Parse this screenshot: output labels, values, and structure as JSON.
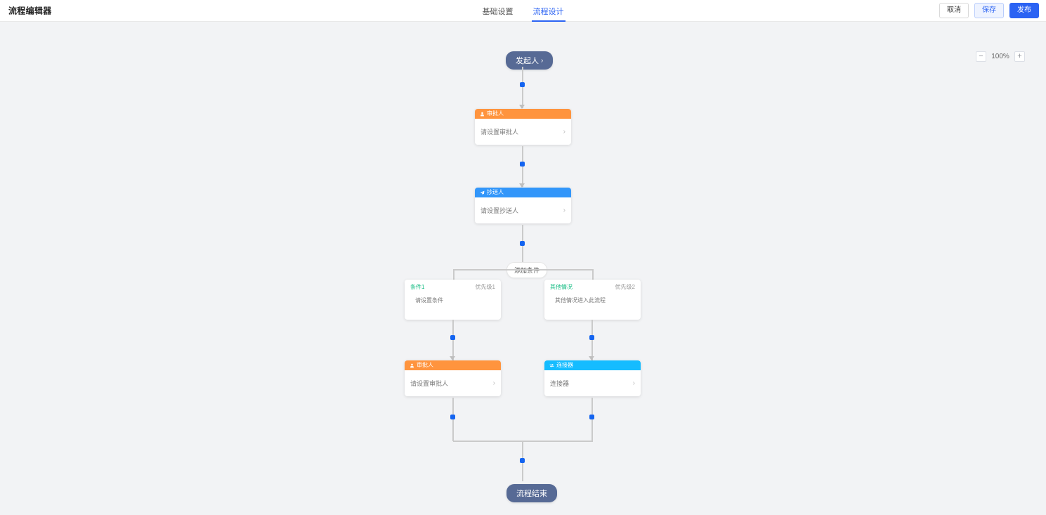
{
  "header": {
    "title": "流程编辑器",
    "tabs": [
      {
        "label": "基础设置",
        "active": false
      },
      {
        "label": "流程设计",
        "active": true
      }
    ],
    "actions": {
      "cancel": "取消",
      "save": "保存",
      "publish": "发布"
    }
  },
  "canvas": {
    "zoom": {
      "minus": "−",
      "level": "100%",
      "plus": "+"
    },
    "start_node": {
      "label": "发起人",
      "chevron": "›"
    },
    "end_node": {
      "label": "流程结束"
    },
    "add_condition_button": "添加条件",
    "nodes": {
      "approver_1": {
        "type": "approver",
        "icon": "person-approve-icon",
        "header": "审批人",
        "body": "请设置审批人",
        "chevron": "›"
      },
      "cc_1": {
        "type": "cc",
        "icon": "paper-plane-icon",
        "header": "抄送人",
        "body": "请设置抄送人",
        "chevron": "›"
      },
      "approver_2": {
        "type": "approver",
        "icon": "person-approve-icon",
        "header": "审批人",
        "body": "请设置审批人",
        "chevron": "›"
      },
      "connector_1": {
        "type": "connector",
        "icon": "connector-icon",
        "header": "连接器",
        "body": "连接器",
        "chevron": "›"
      }
    },
    "conditions": [
      {
        "name": "条件1",
        "priority": "优先级1",
        "body": "请设置条件"
      },
      {
        "name": "其他情况",
        "priority": "优先级2",
        "body": "其他情况进入此流程"
      }
    ]
  },
  "colors": {
    "primary": "#2b63f3",
    "approver": "#ff943e",
    "cc": "#3296fa",
    "connector": "#15bcff",
    "condition": "#15bc83",
    "node_pill": "#576a95",
    "line": "#cacaca",
    "add_dot": "#1464f0",
    "canvas_bg": "#f2f3f5"
  }
}
